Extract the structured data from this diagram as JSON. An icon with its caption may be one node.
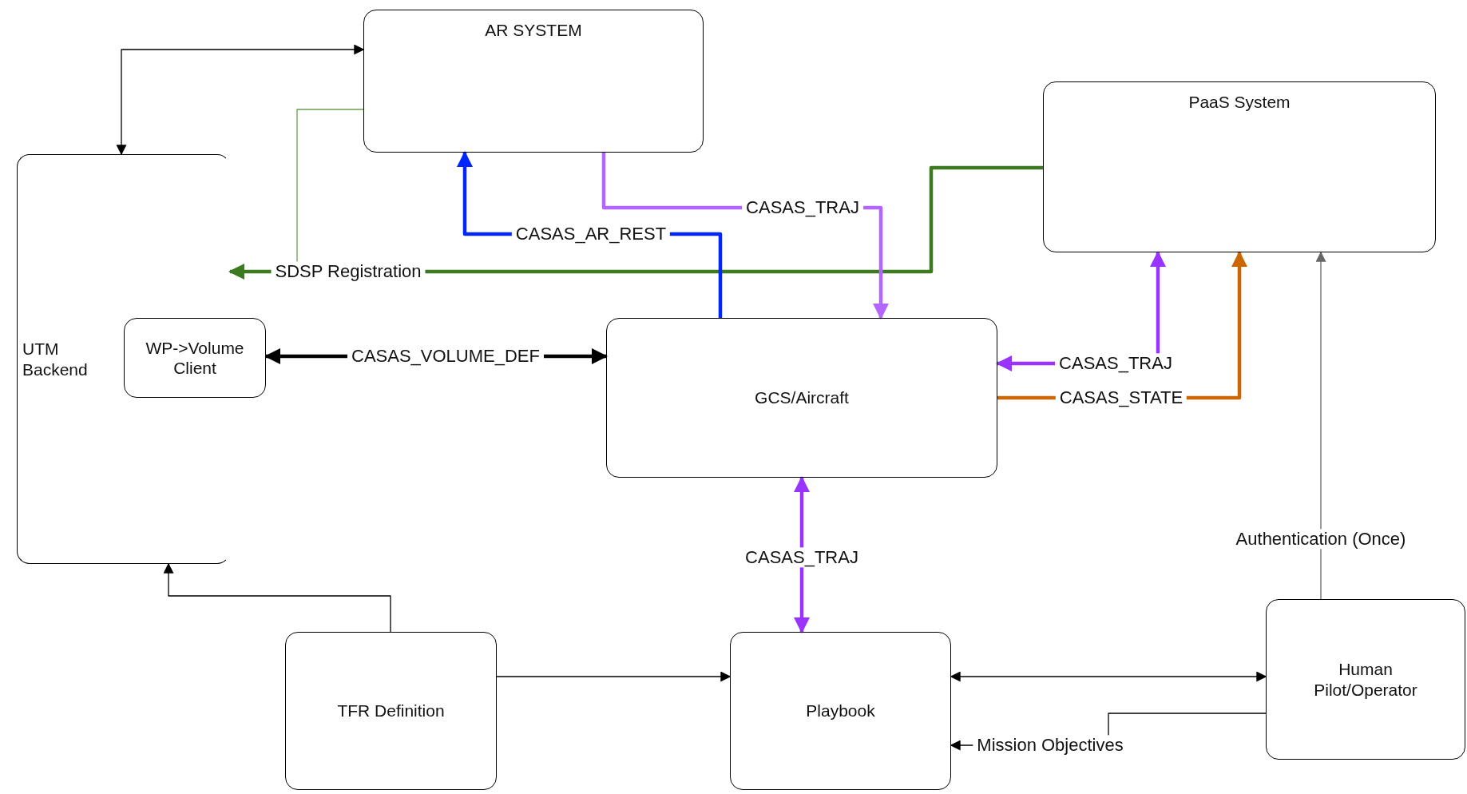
{
  "diagram": {
    "nodes": [
      {
        "text": [
          "AR SYSTEM"
        ]
      },
      {
        "text": [
          "PaaS System"
        ]
      },
      {
        "text": [
          "UTM Backend"
        ]
      },
      {
        "text": [
          "WP->Volume Client"
        ]
      },
      {
        "text": [
          "GCS/Aircraft"
        ]
      },
      {
        "text": [
          "TFR Definition"
        ]
      },
      {
        "text": [
          "Playbook"
        ]
      },
      {
        "text": [
          "Human Pilot/Operator"
        ]
      }
    ],
    "edges": [
      {
        "from": 0,
        "to": 2,
        "arrow": "both"
      },
      {
        "from": 0,
        "to": 2,
        "arrow": "to",
        "color": "#6b9e4f"
      },
      {
        "from": 1,
        "to": 2,
        "arrow": "to",
        "label": "SDSP Registration",
        "style": "thick",
        "color": "#3b7a1e"
      },
      {
        "from": 4,
        "to": 0,
        "arrow": "to",
        "label": "CASAS_AR_REST",
        "style": "thick",
        "color": "#0026ff"
      },
      {
        "from": 0,
        "to": 4,
        "arrow": "to",
        "label": "CASAS_TRAJ",
        "style": "thick",
        "color": "#b366ff"
      },
      {
        "from": 3,
        "to": 4,
        "arrow": "both",
        "label": "CASAS_VOLUME_DEF",
        "style": "thick"
      },
      {
        "from": 4,
        "to": 1,
        "arrow": "both",
        "label": "CASAS_TRAJ",
        "style": "thick",
        "color": "#9933ff"
      },
      {
        "from": 4,
        "to": 1,
        "arrow": "to",
        "label": "CASAS_STATE",
        "style": "thick",
        "color": "#cc6600"
      },
      {
        "from": 7,
        "to": 1,
        "arrow": "to",
        "label": "Authentication (Once)",
        "color": "#666666"
      },
      {
        "from": 4,
        "to": 6,
        "arrow": "both",
        "label": "CASAS_TRAJ",
        "style": "thick",
        "color": "#9933ff"
      },
      {
        "from": 5,
        "to": 2,
        "arrow": "to"
      },
      {
        "from": 5,
        "to": 6,
        "arrow": "to"
      },
      {
        "from": 6,
        "to": 7,
        "arrow": "both"
      },
      {
        "from": 7,
        "to": 6,
        "arrow": "to",
        "label": "Mission Objectives"
      }
    ]
  }
}
